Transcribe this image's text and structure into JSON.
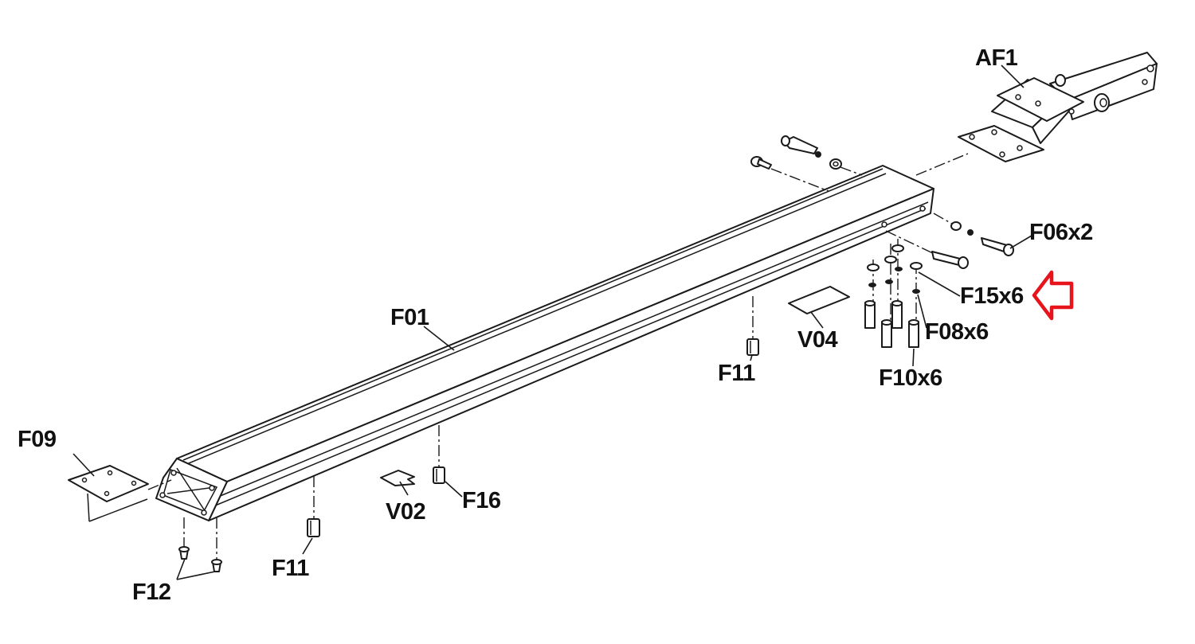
{
  "labels": {
    "af1": "AF1",
    "f06": "F06x2",
    "f15": "F15x6",
    "f08": "F08x6",
    "f10": "F10x6",
    "v04": "V04",
    "f11_right": "F11",
    "f01": "F01",
    "f09": "F09",
    "v02": "V02",
    "f16": "F16",
    "f11_left": "F11",
    "f12": "F12"
  },
  "highlight": {
    "target": "F15x6",
    "arrow_color": "#e8141c"
  }
}
